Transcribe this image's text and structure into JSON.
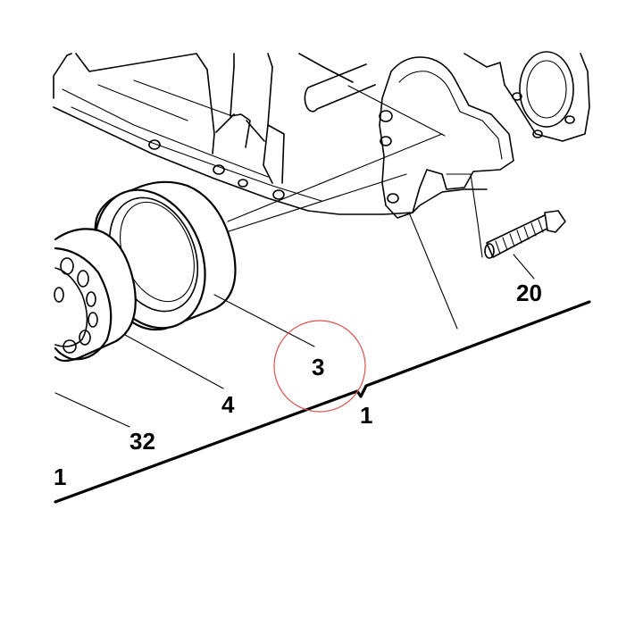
{
  "callouts": {
    "c3": "3",
    "c4": "4",
    "c32": "32",
    "c20": "20",
    "c1_right": "1",
    "c1_left": "1"
  },
  "colors": {
    "line": "#000000",
    "highlight_circle": "#d9534f",
    "background": "#ffffff"
  }
}
